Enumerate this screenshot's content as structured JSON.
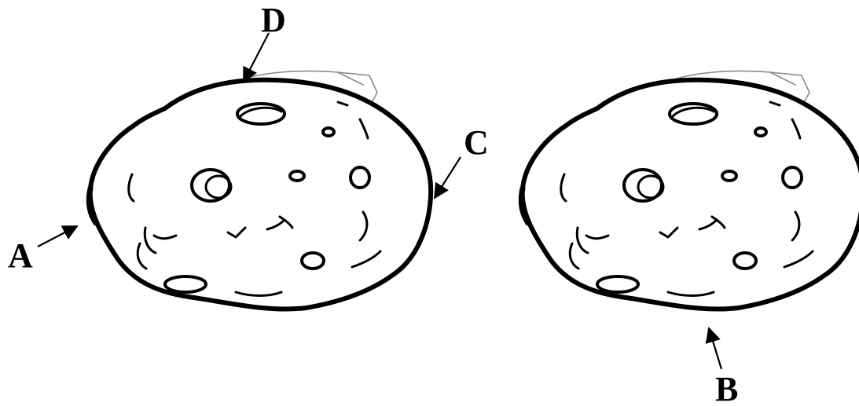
{
  "figure": {
    "labels": {
      "a": "A",
      "b": "B",
      "c": "C",
      "d": "D"
    },
    "colors": {
      "ink": "#000000",
      "faint_outline": "#8a8a8a",
      "background": "#ffffff"
    }
  }
}
